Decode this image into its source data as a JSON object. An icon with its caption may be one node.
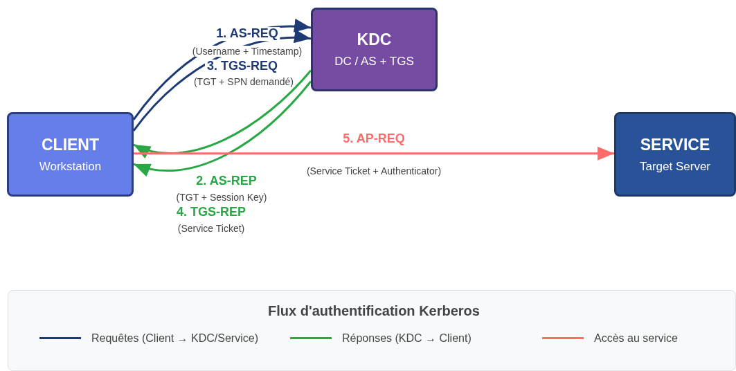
{
  "diagram": {
    "nodes": [
      {
        "text": [
          "CLIENT",
          "Workstation"
        ]
      },
      {
        "text": [
          "KDC",
          "DC / AS + TGS"
        ]
      },
      {
        "text": [
          "SERVICE",
          "Target Server"
        ]
      }
    ],
    "edges": [
      {
        "from": 0,
        "to": 1,
        "arrow": "to",
        "label": "1. AS-REQ",
        "color": "#1e3a75"
      },
      {
        "from": 1,
        "to": 0,
        "arrow": "to",
        "label": "2. AS-REP",
        "color": "#28a745"
      },
      {
        "from": 0,
        "to": 1,
        "arrow": "to",
        "label": "3. TGS-REQ",
        "color": "#1e3a75"
      },
      {
        "from": 1,
        "to": 0,
        "arrow": "to",
        "label": "4. TGS-REP",
        "color": "#28a745"
      },
      {
        "from": 0,
        "to": 2,
        "arrow": "to",
        "label": "5. AP-REQ",
        "color": "#ff6b6b"
      }
    ],
    "labels": [
      "(Username + Timestamp)",
      "(TGT + SPN demandé)",
      "(Service Ticket + Authenticator)",
      "(TGT + Session Key)",
      "(Service Ticket)",
      "Flux d'authentification Kerberos"
    ],
    "legend": [
      {
        "text": "Requêtes (Client → KDC/Service)"
      },
      {
        "text": "Réponses (KDC → Client)"
      },
      {
        "text": "Accès au service"
      }
    ]
  }
}
